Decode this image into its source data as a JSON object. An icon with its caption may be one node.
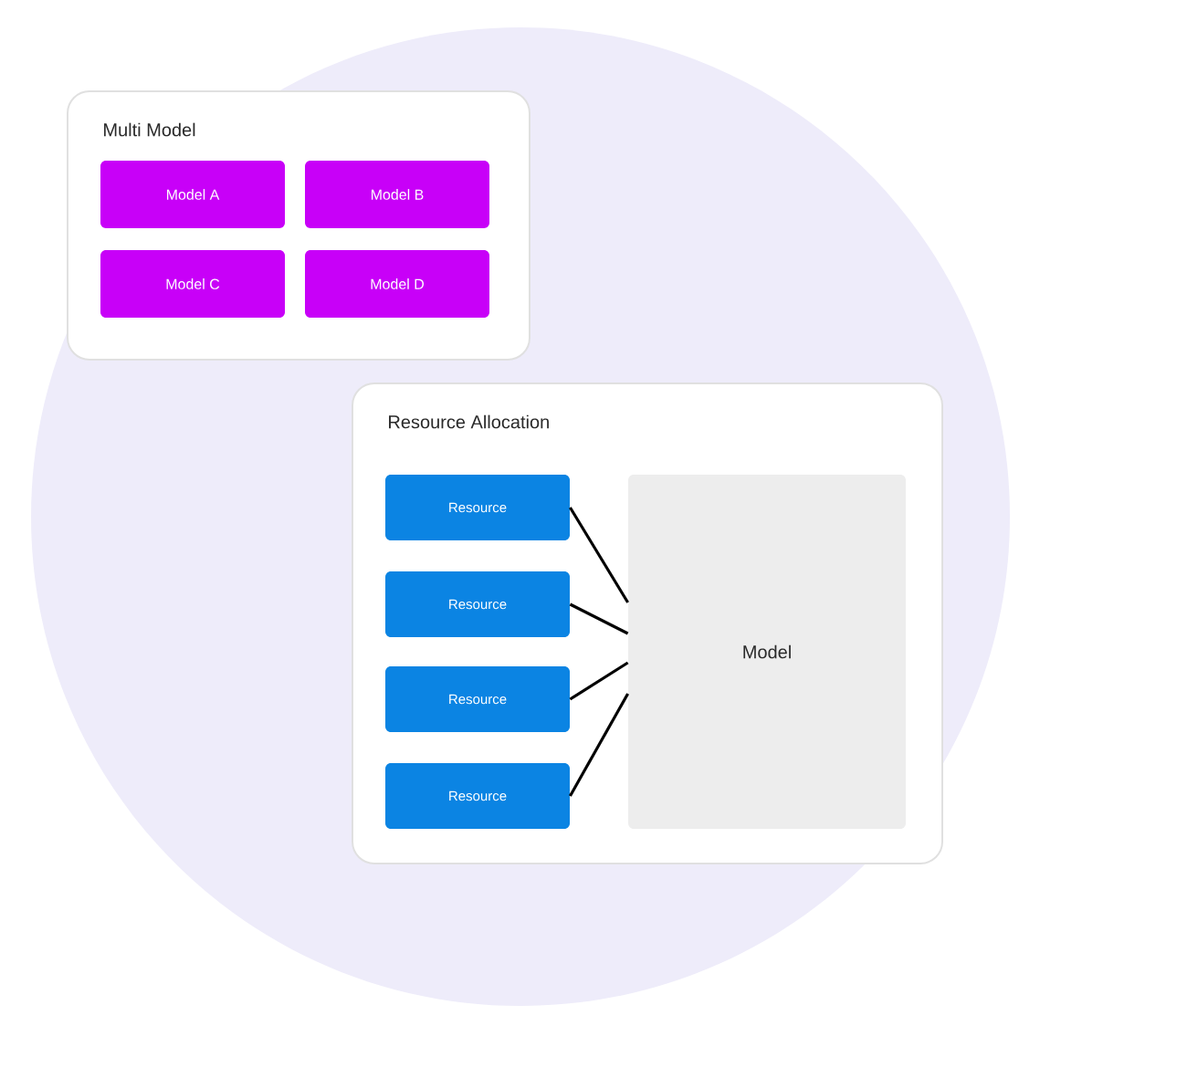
{
  "diagram": {
    "nodes": [
      {
        "text": [
          "Multi Model"
        ]
      },
      {
        "text": [
          "Model A"
        ],
        "in": 0
      },
      {
        "text": [
          "Model B"
        ],
        "in": 0
      },
      {
        "text": [
          "Model C"
        ],
        "in": 0
      },
      {
        "text": [
          "Model D"
        ],
        "in": 0
      },
      {
        "text": [
          "Resource Allocation"
        ]
      },
      {
        "text": [
          "Resource"
        ],
        "in": 5
      },
      {
        "text": [
          "Resource"
        ],
        "in": 5
      },
      {
        "text": [
          "Resource"
        ],
        "in": 5
      },
      {
        "text": [
          "Resource"
        ],
        "in": 5
      },
      {
        "text": [
          "Model"
        ],
        "in": 5
      }
    ],
    "edges": [
      {
        "from": 6,
        "to": 10,
        "arrow": "none"
      },
      {
        "from": 7,
        "to": 10,
        "arrow": "none"
      },
      {
        "from": 8,
        "to": 10,
        "arrow": "none"
      },
      {
        "from": 9,
        "to": 10,
        "arrow": "none"
      }
    ]
  }
}
